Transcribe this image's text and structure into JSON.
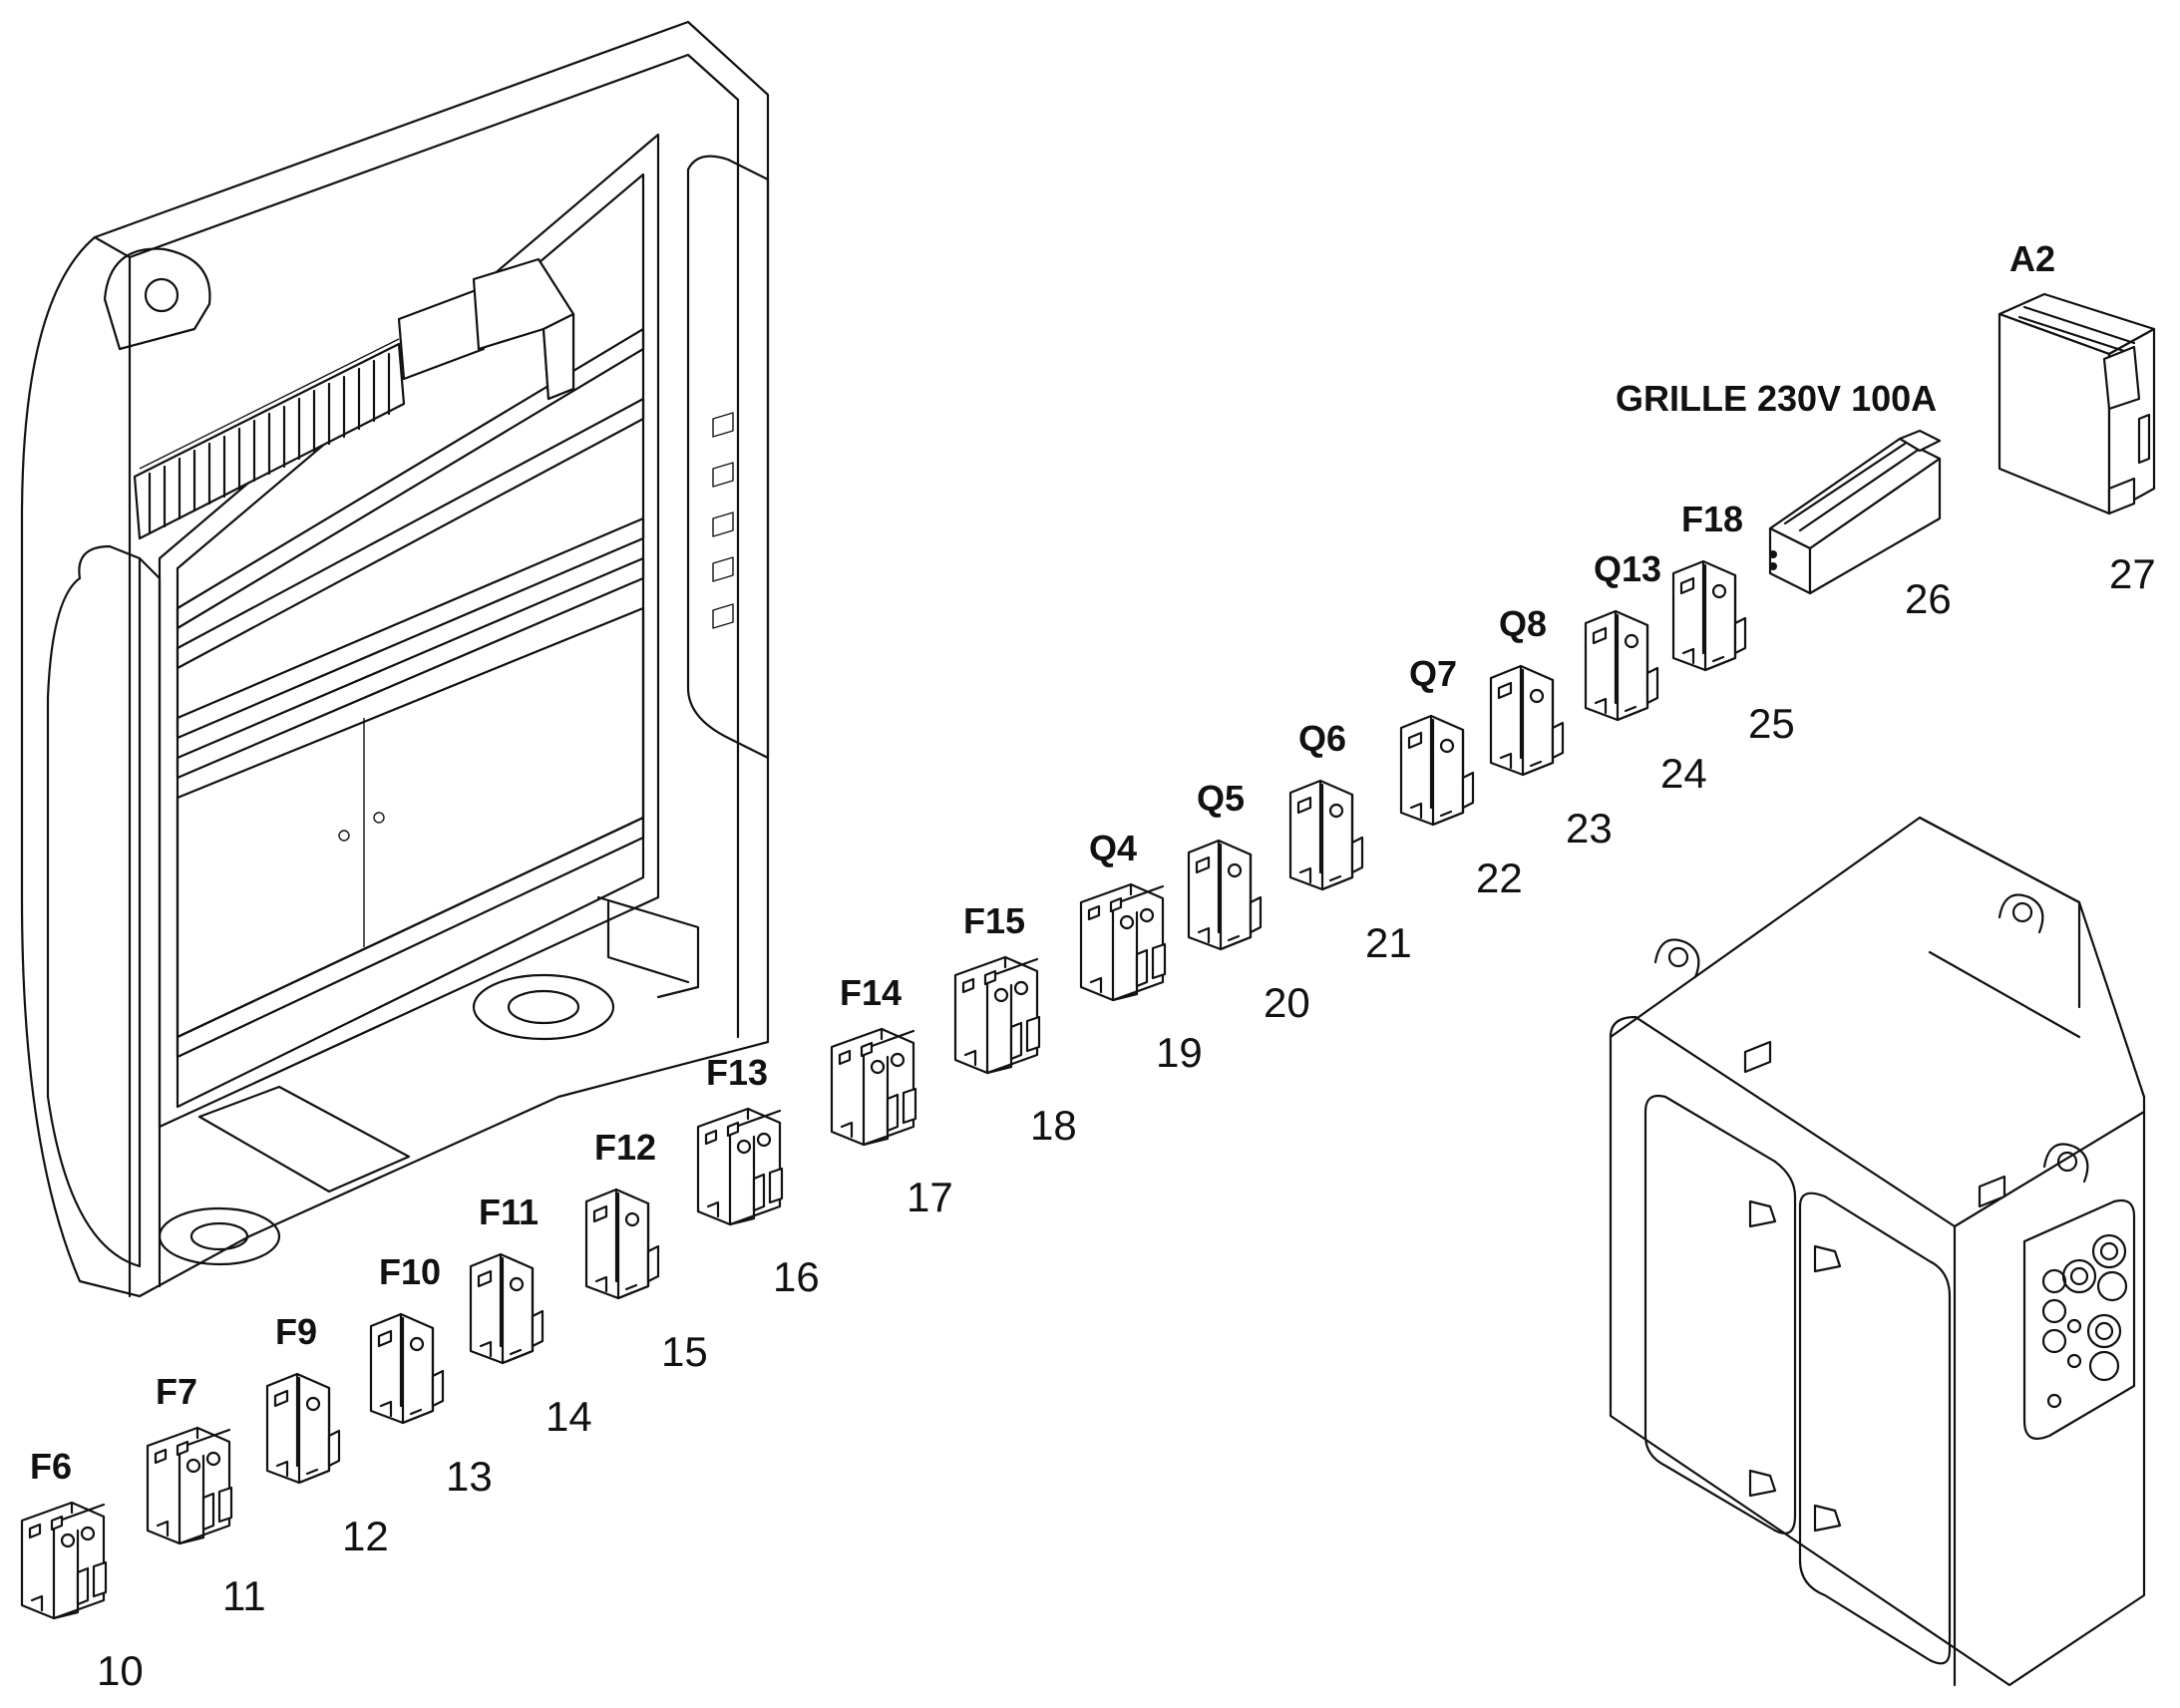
{
  "diagram": {
    "labels": {
      "grille": "GRILLE 230V 100A",
      "a2_code": "A2",
      "a2_num": "27",
      "grille_num": "26"
    },
    "parts": [
      {
        "code": "F6",
        "num": "10",
        "poles": 2
      },
      {
        "code": "F7",
        "num": "11",
        "poles": 2
      },
      {
        "code": "F9",
        "num": "12",
        "poles": 1
      },
      {
        "code": "F10",
        "num": "13",
        "poles": 1
      },
      {
        "code": "F11",
        "num": "14",
        "poles": 1
      },
      {
        "code": "F12",
        "num": "15",
        "poles": 1
      },
      {
        "code": "F13",
        "num": "16",
        "poles": 2
      },
      {
        "code": "F14",
        "num": "17",
        "poles": 2
      },
      {
        "code": "F15",
        "num": "18",
        "poles": 2
      },
      {
        "code": "Q4",
        "num": "19",
        "poles": 2
      },
      {
        "code": "Q5",
        "num": "20",
        "poles": 1
      },
      {
        "code": "Q6",
        "num": "21",
        "poles": 1
      },
      {
        "code": "Q7",
        "num": "22",
        "poles": 1
      },
      {
        "code": "Q8",
        "num": "23",
        "poles": 1
      },
      {
        "code": "Q13",
        "num": "24",
        "poles": 1
      },
      {
        "code": "F18",
        "num": "25",
        "poles": 1
      }
    ]
  }
}
